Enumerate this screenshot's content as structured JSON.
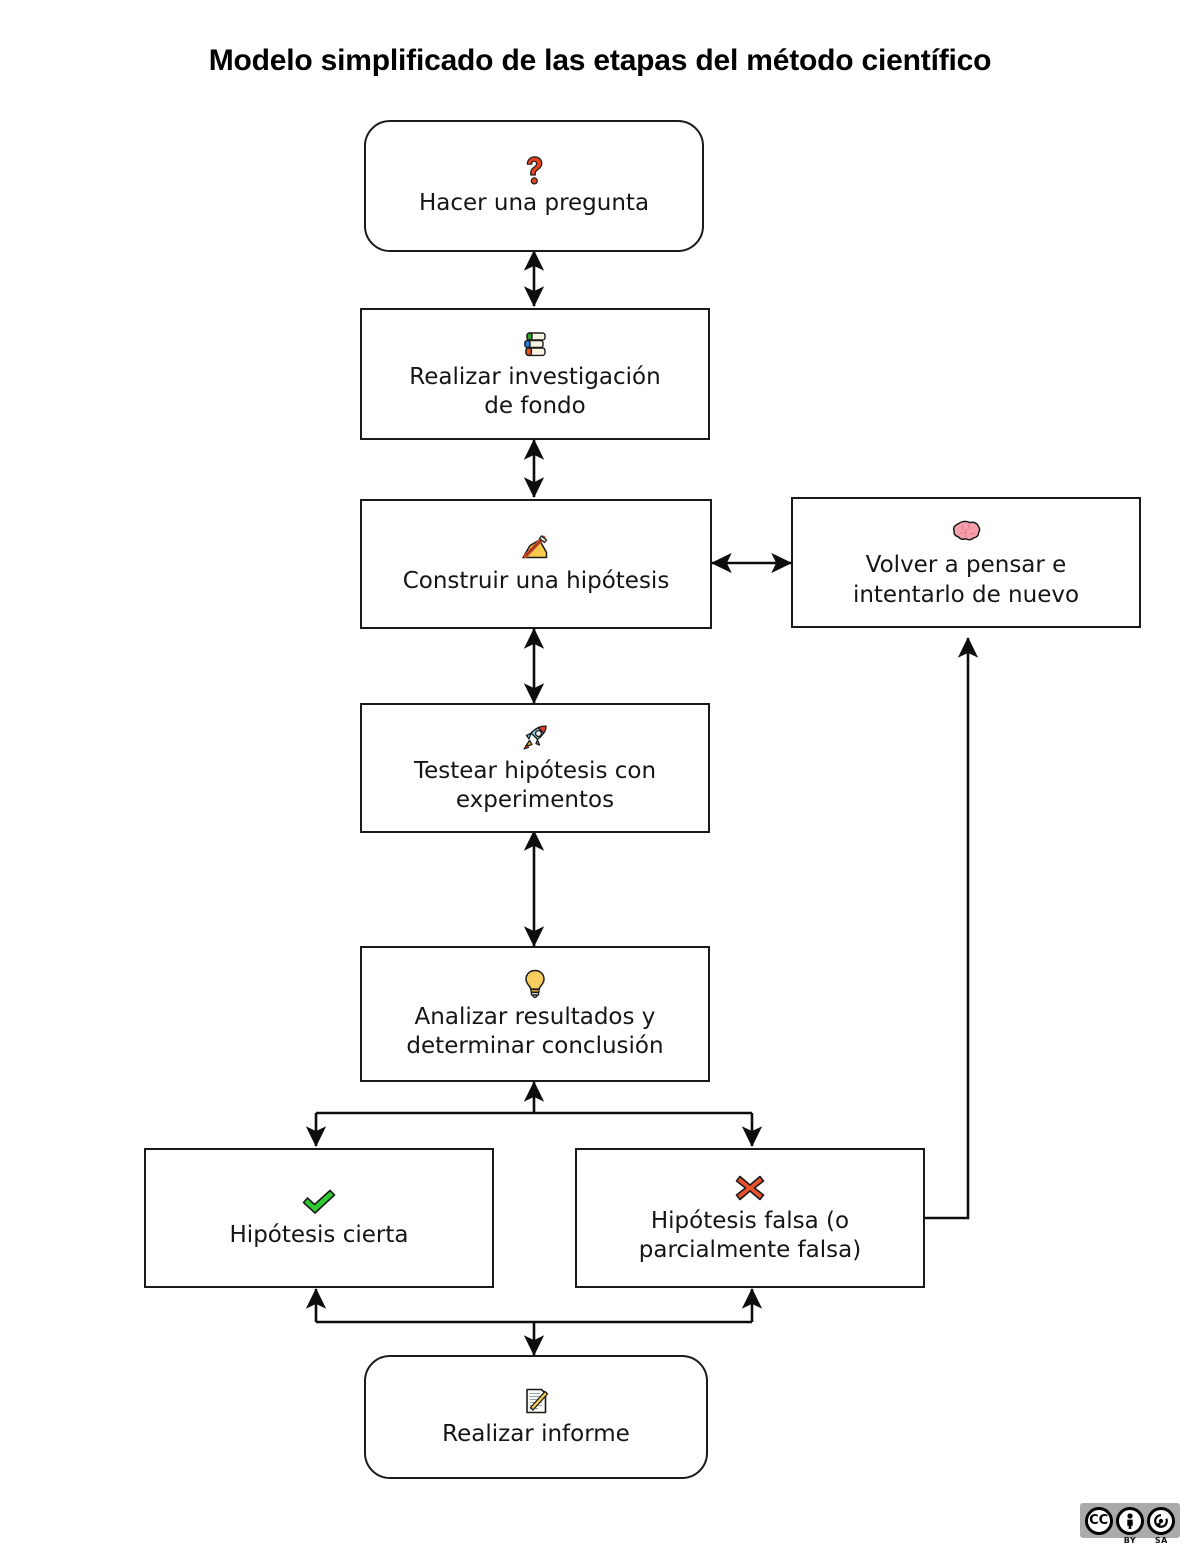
{
  "title": "Modelo simplificado de las etapas del método científico",
  "background_color": "#ffffff",
  "stroke_color": "#1a1a1a",
  "nodes": [
    {
      "id": "ask-question",
      "icon": "question-mark-icon",
      "icon_glyph": "❓",
      "icon_color": "#e8431f",
      "label": "Hacer una pregunta",
      "shape": "rounded-rectangle"
    },
    {
      "id": "background-research",
      "icon": "books-icon",
      "icon_glyph": "📚",
      "icon_color": "#e8661f",
      "label": "Realizar investigación\nde fondo",
      "shape": "rectangle"
    },
    {
      "id": "build-hypothesis",
      "icon": "writing-hand-icon",
      "icon_glyph": "✍️",
      "icon_color": "#f5c63c",
      "label": "Construir una hipótesis",
      "shape": "rectangle"
    },
    {
      "id": "rethink",
      "icon": "brain-icon",
      "icon_glyph": "🧠",
      "icon_color": "#f4a0ae",
      "label": "Volver a pensar e\nintentarlo de nuevo",
      "shape": "rectangle"
    },
    {
      "id": "test-hypothesis",
      "icon": "rocket-icon",
      "icon_glyph": "🚀",
      "icon_color": "#5bc8f0",
      "label": "Testear hipótesis con\nexperimentos",
      "shape": "rectangle"
    },
    {
      "id": "analyze-results",
      "icon": "lightbulb-icon",
      "icon_glyph": "💡",
      "icon_color": "#f6c84c",
      "label": "Analizar resultados y\ndeterminar conclusión",
      "shape": "rectangle"
    },
    {
      "id": "hypothesis-true",
      "icon": "check-mark-icon",
      "icon_glyph": "✔️",
      "icon_color": "#2ecc2e",
      "label": "Hipótesis cierta",
      "shape": "rectangle"
    },
    {
      "id": "hypothesis-false",
      "icon": "cross-mark-icon",
      "icon_glyph": "❌",
      "icon_color": "#e8431f",
      "label": "Hipótesis falsa (o\nparcialmente falsa)",
      "shape": "rectangle"
    },
    {
      "id": "write-report",
      "icon": "memo-icon",
      "icon_glyph": "📝",
      "icon_color": "#f2c94c",
      "label": "Realizar informe",
      "shape": "rounded-rectangle"
    }
  ],
  "edges": [
    {
      "from": "ask-question",
      "to": "background-research",
      "style": "double-arrow-vertical"
    },
    {
      "from": "background-research",
      "to": "build-hypothesis",
      "style": "double-arrow-vertical"
    },
    {
      "from": "build-hypothesis",
      "to": "rethink",
      "style": "double-arrow-horizontal"
    },
    {
      "from": "build-hypothesis",
      "to": "test-hypothesis",
      "style": "double-arrow-vertical"
    },
    {
      "from": "test-hypothesis",
      "to": "analyze-results",
      "style": "double-arrow-vertical"
    },
    {
      "from": "analyze-results",
      "to": "hypothesis-true",
      "style": "branch-down-left"
    },
    {
      "from": "analyze-results",
      "to": "hypothesis-false",
      "style": "branch-down-right"
    },
    {
      "from": "hypothesis-true",
      "to": "write-report",
      "style": "merge-down"
    },
    {
      "from": "hypothesis-false",
      "to": "write-report",
      "style": "merge-down"
    },
    {
      "from": "hypothesis-false",
      "to": "rethink",
      "style": "feedback-right-up"
    }
  ],
  "license": {
    "name": "cc-by-sa-badge",
    "cc_label": "CC",
    "by_label": "BY",
    "sa_label": "SA"
  }
}
